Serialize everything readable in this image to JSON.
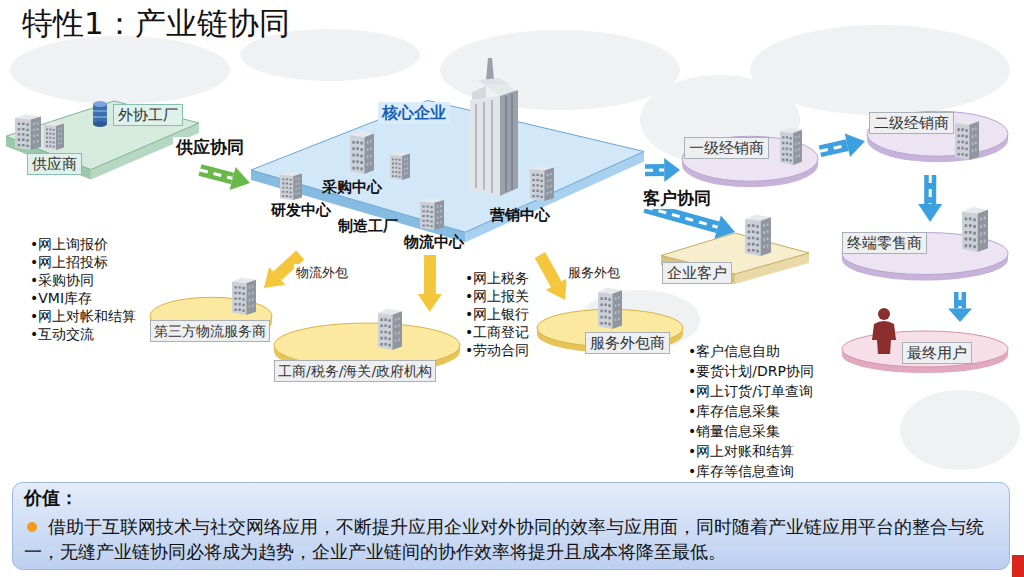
{
  "diagram": {
    "title": "特性1：产业链协同",
    "nodes": [
      {
        "text": [
          "外协工厂",
          "供应商"
        ]
      },
      {
        "text": [
          "核心企业"
        ]
      },
      {
        "text": [
          "采购中心"
        ],
        "in": 1
      },
      {
        "text": [
          "研发中心"
        ],
        "in": 1
      },
      {
        "text": [
          "制造工厂"
        ],
        "in": 1
      },
      {
        "text": [
          "物流中心"
        ],
        "in": 1
      },
      {
        "text": [
          "营销中心"
        ],
        "in": 1
      },
      {
        "text": [
          "一级经销商"
        ]
      },
      {
        "text": [
          "二级经销商"
        ]
      },
      {
        "text": [
          "终端零售商"
        ]
      },
      {
        "text": [
          "最终用户"
        ]
      },
      {
        "text": [
          "企业客户"
        ]
      },
      {
        "text": [
          "第三方物流服务商"
        ]
      },
      {
        "text": [
          "工商/税务/海关/政府机构"
        ]
      },
      {
        "text": [
          "服务外包商"
        ]
      },
      {
        "text": [
          "价值：",
          "借助于互联网技术与社交网络应用，不断提升应用企业对外协同的效率与应用面，同时随着产业链应用平台的整合与统一，无缝产业链协同必将成为趋势，企业产业链间的协作效率将提升且成本将降至最低。"
        ]
      }
    ],
    "edges": [
      {
        "from": 0,
        "to": 1,
        "arrow": "to",
        "label": "供应协同"
      },
      {
        "from": 1,
        "to": 7,
        "arrow": "to"
      },
      {
        "from": 1,
        "to": 11,
        "arrow": "to",
        "label": "客户协同"
      },
      {
        "from": 7,
        "to": 8,
        "arrow": "to"
      },
      {
        "from": 8,
        "to": 9,
        "arrow": "to"
      },
      {
        "from": 9,
        "to": 10,
        "arrow": "to"
      },
      {
        "from": 1,
        "to": 12,
        "arrow": "to",
        "label": "物流外包"
      },
      {
        "from": 1,
        "to": 13,
        "arrow": "to"
      },
      {
        "from": 1,
        "to": 14,
        "arrow": "to",
        "label": "服务外包"
      }
    ],
    "labels": [
      "•网上询报价",
      "•网上招投标",
      "•采购协同",
      "•VMI库存",
      "•网上对帐和结算",
      "•互动交流",
      "•网上税务",
      "•网上报关",
      "•网上银行",
      "•工商登记",
      "•劳动合同",
      "•客户信息自助",
      "•要货计划/DRP协同",
      "•网上订货/订单查询",
      "•库存信息采集",
      "•销量信息采集",
      "•网上对账和结算",
      "•库存等信息查询"
    ]
  }
}
